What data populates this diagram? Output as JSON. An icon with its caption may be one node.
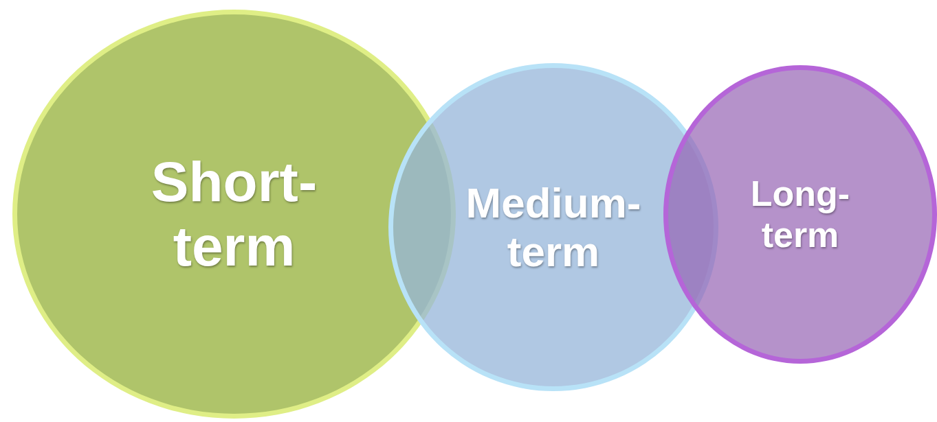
{
  "diagram": {
    "nodes": [
      {
        "text": [
          "Short- term"
        ]
      },
      {
        "text": [
          "Medium- term"
        ]
      },
      {
        "text": [
          "Long- term"
        ]
      }
    ],
    "edges": []
  }
}
